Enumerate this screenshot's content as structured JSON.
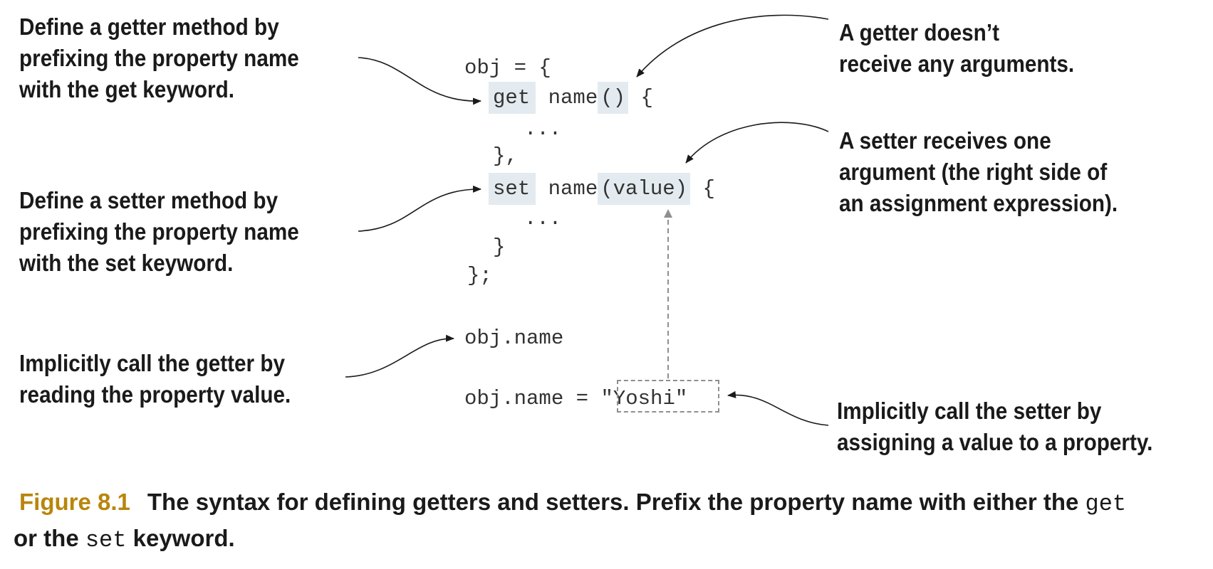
{
  "annotations": {
    "define_getter": [
      "Define a getter method by",
      "prefixing the property name",
      "with the get keyword."
    ],
    "define_setter": [
      "Define a setter method by",
      "prefixing the property name",
      "with the set keyword."
    ],
    "implicit_getter": [
      "Implicitly call the getter by",
      "reading the property value."
    ],
    "getter_args": [
      "A getter doesn’t",
      "receive any arguments."
    ],
    "setter_args": [
      "A setter receives one",
      "argument (the right side of",
      "an assignment expression)."
    ],
    "implicit_setter": [
      "Implicitly call the setter by",
      "assigning a value to a property."
    ]
  },
  "code": {
    "line1": "obj = {",
    "get_kw": "get",
    "name1": " name",
    "parens": "()",
    "brace1": " {",
    "dots1": "...",
    "close1": "},",
    "set_kw": "set",
    "name2": " name",
    "value_param": "(value)",
    "brace2": " {",
    "dots2": "...",
    "close2": "}",
    "close_obj": "};",
    "read": "obj.name",
    "assign": "obj.name = ",
    "yoshi": "\"Yoshi\""
  },
  "caption": {
    "figure_label": "Figure 8.1",
    "text_before": "The syntax for defining getters and setters. Prefix the property name with either the ",
    "kw_get": "get",
    "text_middle": " or the ",
    "kw_set": "set",
    "text_after": " keyword."
  }
}
